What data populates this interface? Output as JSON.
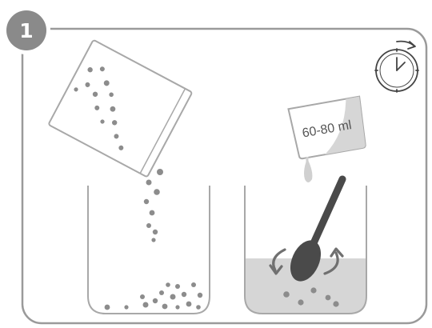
{
  "step": {
    "number": "1"
  },
  "measure": {
    "label": "60-80 ml"
  },
  "colors": {
    "frame": "#9a9a9a",
    "badge": "#8a8a8a",
    "outline": "#a8a8a8",
    "granules": "#8c8c8c",
    "liquid": "#d6d6d6",
    "spoon": "#4a4a4a",
    "arrow": "#707070"
  },
  "icons": {
    "step_badge": "number-badge",
    "timer": "stopwatch-icon",
    "packet": "sachet-icon",
    "measure_cup": "measuring-cup-icon",
    "spoon": "spoon-icon",
    "stir_arrows": "rotate-arrows-icon"
  }
}
